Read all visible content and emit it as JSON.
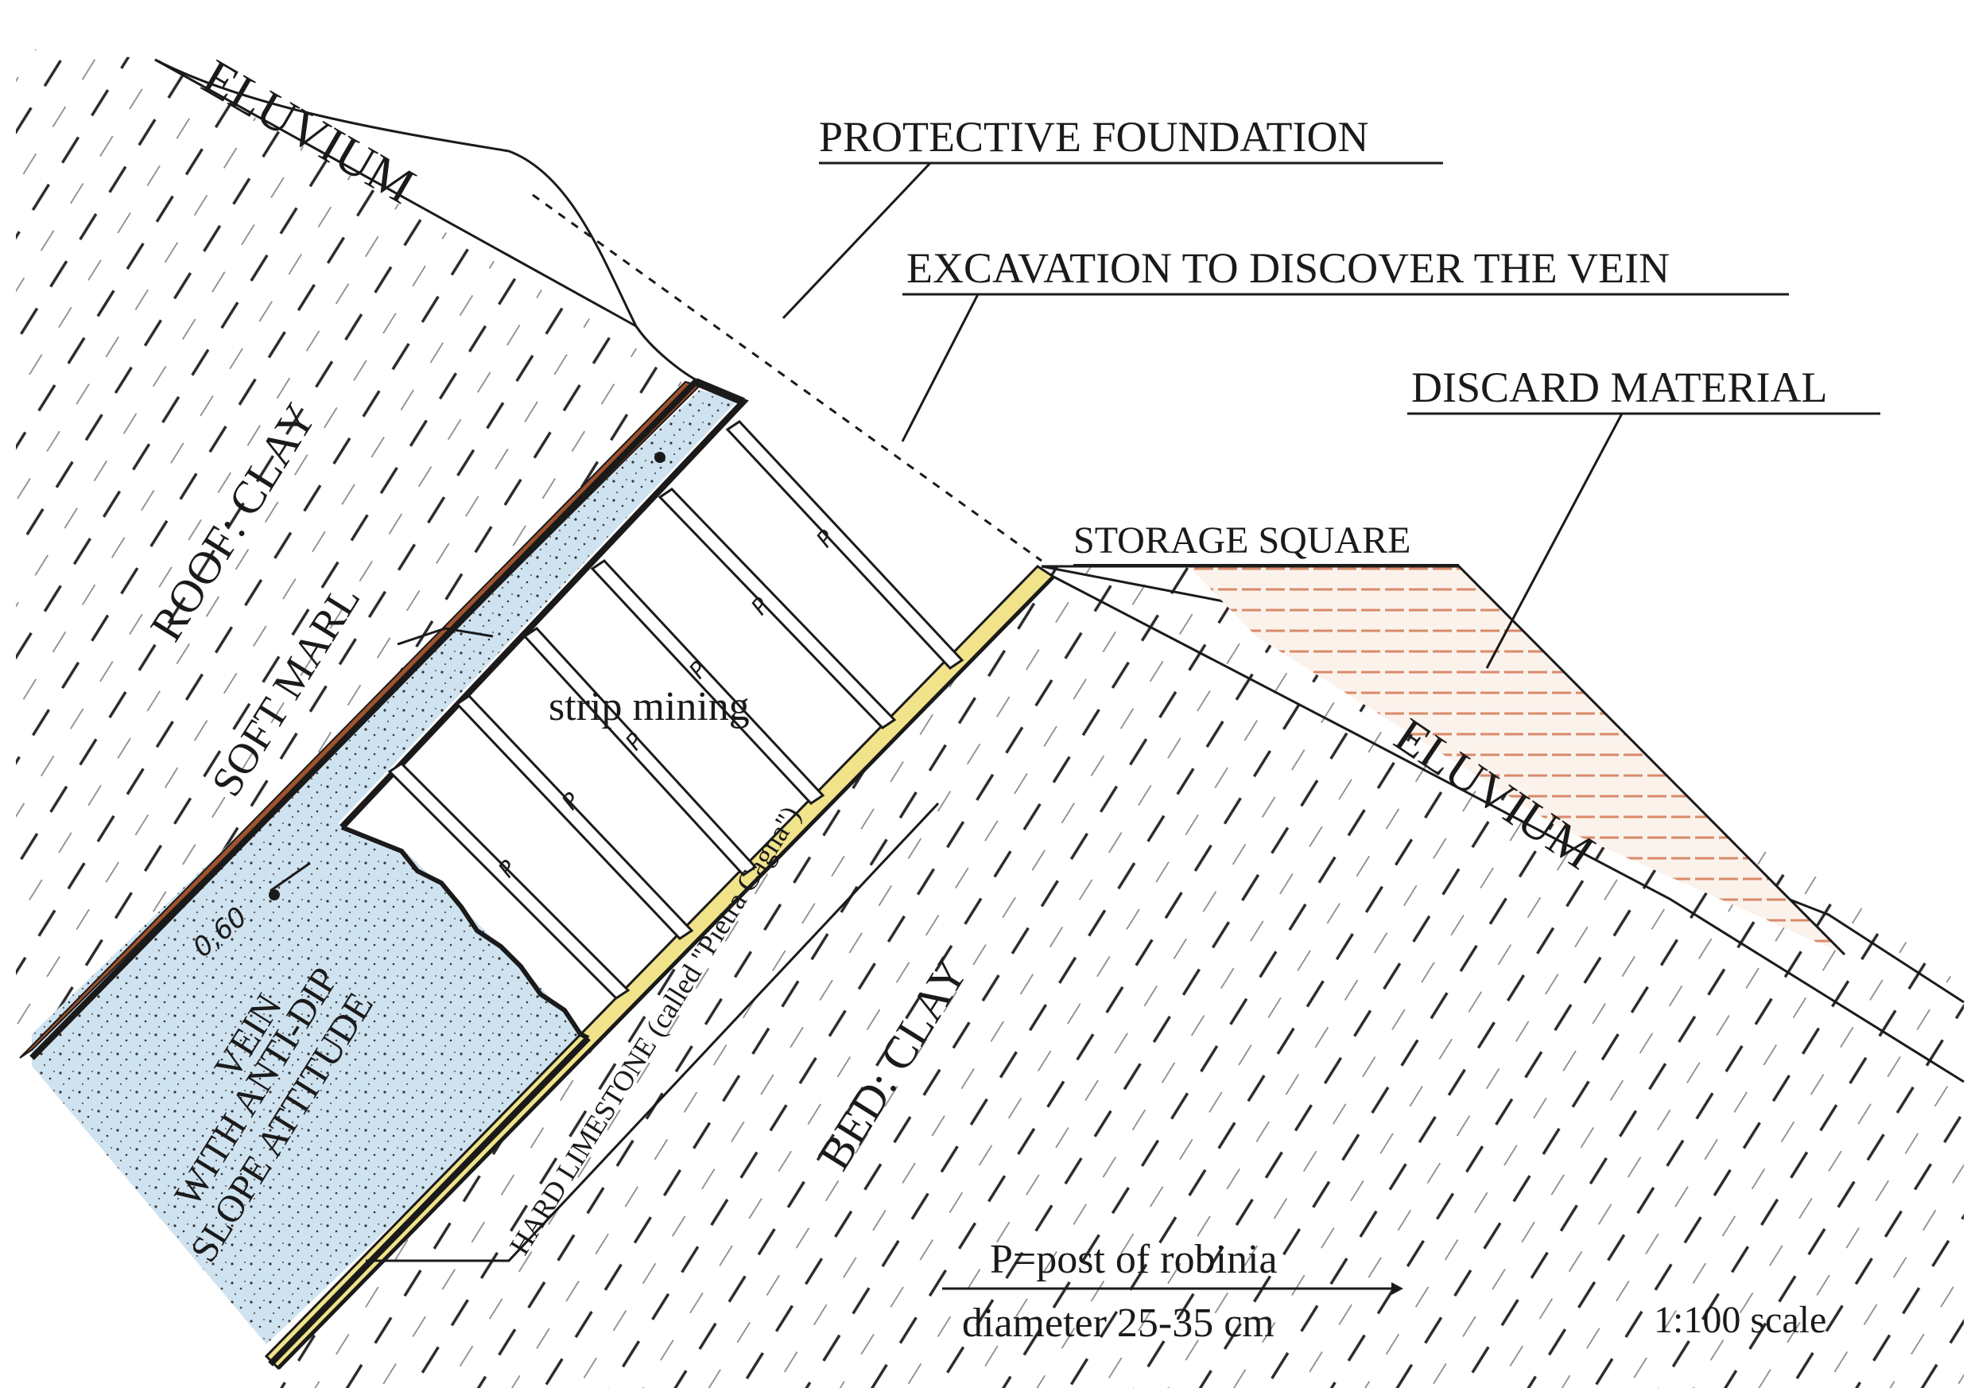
{
  "labels": {
    "eluvium_top": "ELUVIUM",
    "eluvium_right": "ELUVIUM",
    "protective_foundation": "PROTECTIVE FOUNDATION",
    "excavation": "EXCAVATION TO DISCOVER THE VEIN",
    "discard_material": "DISCARD MATERIAL",
    "storage_square": "STORAGE SQUARE",
    "roof_clay": "ROOF: CLAY",
    "soft_marl": "SOFT MARL",
    "strip_mining": "strip mining",
    "vein_line1": "VEIN",
    "vein_line2": "WITH ANTI-DIP",
    "vein_line3": "SLOPE ATTITUDE",
    "hard_limestone": "HARD LIMESTONE (called \"Pietra Cagna\")",
    "bed_clay": "BED: CLAY",
    "thickness": "0,60",
    "post_marker": "P",
    "legend_line1": "P=post of robinia",
    "legend_line2": "diameter 25-35 cm",
    "scale": "1:100 scale"
  },
  "colors": {
    "ink": "#1a1a1a",
    "marl": "#a0532e",
    "limestone": "#f0e38a",
    "vein": "#cfe2ef",
    "discard": "#d98a6a"
  }
}
